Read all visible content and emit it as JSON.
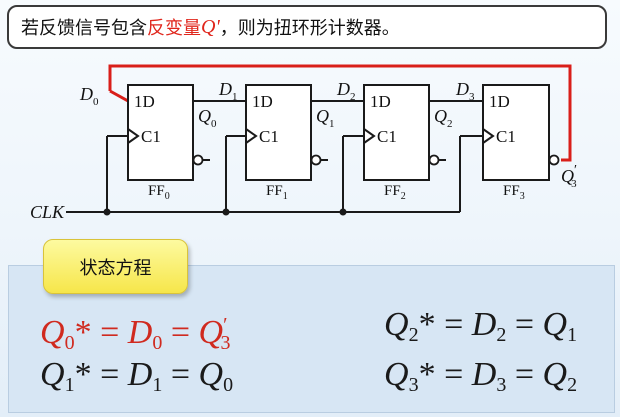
{
  "title": {
    "prefix": "若反馈信号包含",
    "highlight": "反变量",
    "var": "Q'",
    "suffix": "，则为扭环形计数器。"
  },
  "circuit": {
    "clk_label": "CLK",
    "d0_label": "D",
    "d0_sub": "0",
    "flipflops": [
      {
        "d": "1D",
        "c": "C1",
        "name": "FF",
        "sub": "0"
      },
      {
        "d": "1D",
        "c": "C1",
        "name": "FF",
        "sub": "1"
      },
      {
        "d": "1D",
        "c": "C1",
        "name": "FF",
        "sub": "2"
      },
      {
        "d": "1D",
        "c": "C1",
        "name": "FF",
        "sub": "3"
      }
    ],
    "d_labels": [
      {
        "v": "D",
        "sub": "1"
      },
      {
        "v": "D",
        "sub": "2"
      },
      {
        "v": "D",
        "sub": "3"
      }
    ],
    "q_labels": [
      {
        "v": "Q",
        "sub": "0"
      },
      {
        "v": "Q",
        "sub": "1"
      },
      {
        "v": "Q",
        "sub": "2"
      }
    ],
    "q3n_label": {
      "v": "Q",
      "sub": "3",
      "prime": "′"
    },
    "colors": {
      "feedback": "#d91f1a",
      "wire": "#1a1a1a"
    }
  },
  "equations": {
    "tag": "状态方程",
    "items": [
      {
        "lhs": "Q",
        "lhs_sub": "0",
        "mid": "D",
        "mid_sub": "0",
        "rhs": "Q",
        "rhs_sub": "3",
        "rhs_prime": "′",
        "color": "red"
      },
      {
        "lhs": "Q",
        "lhs_sub": "1",
        "mid": "D",
        "mid_sub": "1",
        "rhs": "Q",
        "rhs_sub": "0",
        "rhs_prime": "",
        "color": "black"
      },
      {
        "lhs": "Q",
        "lhs_sub": "2",
        "mid": "D",
        "mid_sub": "2",
        "rhs": "Q",
        "rhs_sub": "1",
        "rhs_prime": "",
        "color": "black"
      },
      {
        "lhs": "Q",
        "lhs_sub": "3",
        "mid": "D",
        "mid_sub": "3",
        "rhs": "Q",
        "rhs_sub": "2",
        "rhs_prime": "",
        "color": "black"
      }
    ],
    "star": "*",
    "eq": "="
  }
}
